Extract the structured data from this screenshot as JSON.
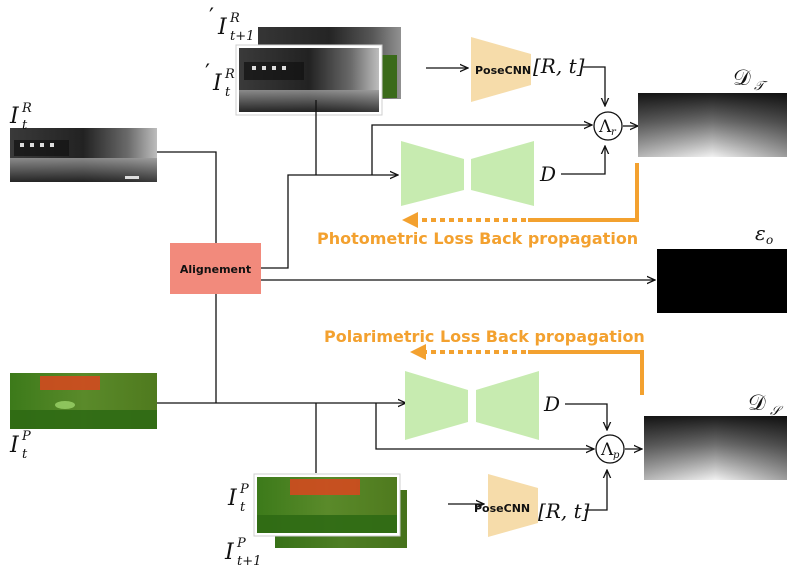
{
  "labels": {
    "it_r": "I",
    "it_r_sub": "t",
    "it_r_sup": "R",
    "it_p": "I",
    "it_p_sub": "t",
    "it_p_sup": "P",
    "top_prime_1": "′",
    "top_stack_front": "I",
    "top_stack_front_sub": "t",
    "top_stack_front_sup": "R",
    "top_stack_back_prime": "′",
    "top_stack_back": "I",
    "top_stack_back_sub": "t+1",
    "top_stack_back_sup": "R",
    "bottom_stack_front": "I",
    "bottom_stack_front_sub": "t",
    "bottom_stack_front_sup": "P",
    "bottom_stack_back": "I",
    "bottom_stack_back_sub": "t+1",
    "bottom_stack_back_sup": "P",
    "posecnn_top": "PoseCNN",
    "posecnn_bottom": "PoseCNN",
    "rt_top": "[R, t]",
    "rt_bottom": "[R, t]",
    "d_top": "D",
    "d_bottom": "D",
    "lambda_r": "Λ",
    "lambda_r_sub": "r",
    "lambda_p": "Λ",
    "lambda_p_sub": "p",
    "alignement": "Alignement",
    "photometric": "Photometric Loss Back propagation",
    "polarimetric": "Polarimetric Loss Back propagation",
    "d_t": "𝒟",
    "d_t_sub": "𝒯",
    "d_s": "𝒟",
    "d_s_sub": "𝒮",
    "eps_o": "ε",
    "eps_o_sub": "o"
  },
  "colors": {
    "posecnn_fill": "#f6dcaa",
    "decoder_fill": "#c7ebb0",
    "alignement_fill": "#f28a7c",
    "orange": "#f3a12f",
    "depth_bg": "#555555"
  }
}
